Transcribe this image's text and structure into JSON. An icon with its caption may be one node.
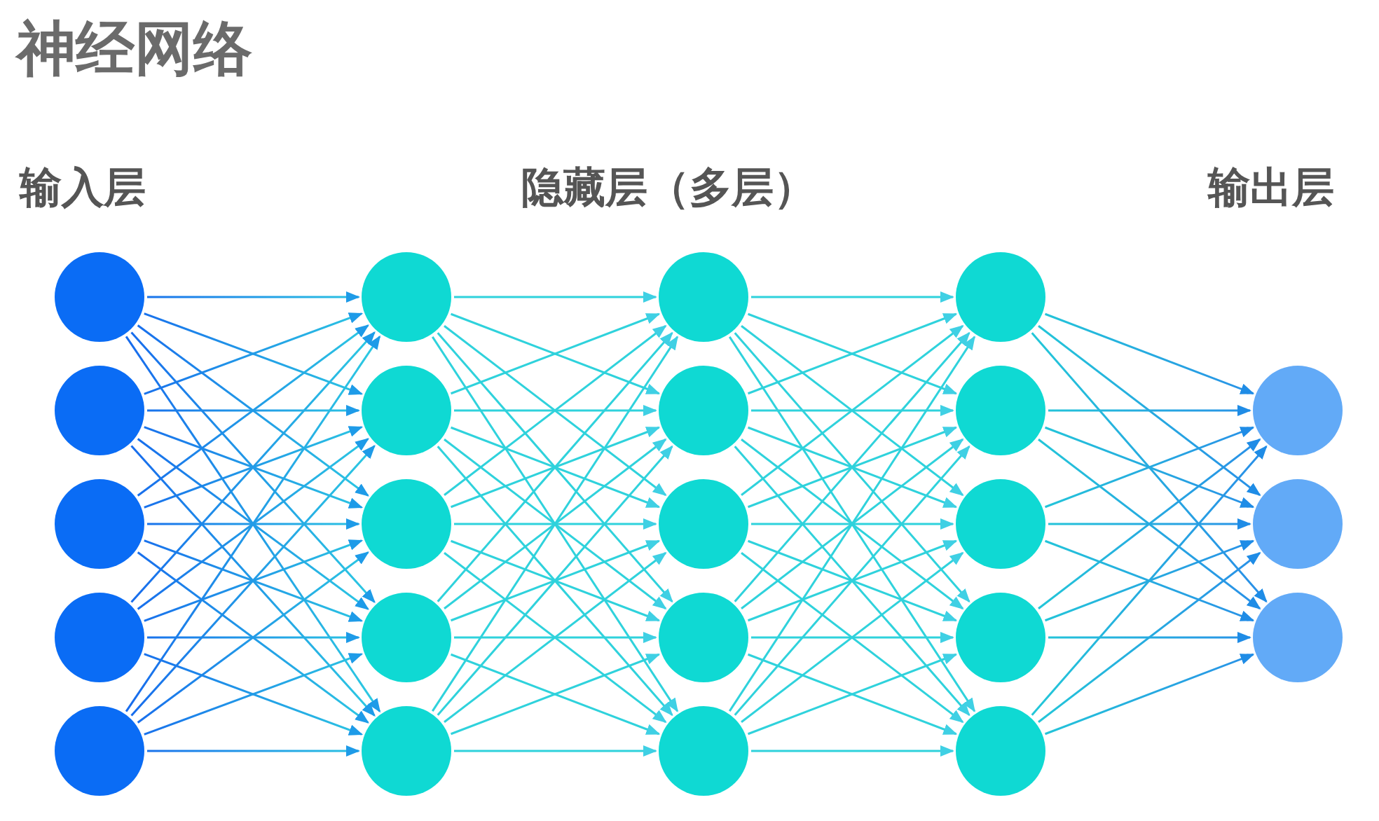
{
  "diagram": {
    "title": "神经网络",
    "nodes": [
      {
        "text": [],
        "shape": "circle"
      },
      {
        "text": [],
        "shape": "circle"
      },
      {
        "text": [],
        "shape": "circle"
      },
      {
        "text": [],
        "shape": "circle"
      },
      {
        "text": [],
        "shape": "circle"
      },
      {
        "text": [],
        "shape": "circle"
      },
      {
        "text": [],
        "shape": "circle"
      },
      {
        "text": [],
        "shape": "circle"
      },
      {
        "text": [],
        "shape": "circle"
      },
      {
        "text": [],
        "shape": "circle"
      },
      {
        "text": [],
        "shape": "circle"
      },
      {
        "text": [],
        "shape": "circle"
      },
      {
        "text": [],
        "shape": "circle"
      },
      {
        "text": [],
        "shape": "circle"
      },
      {
        "text": [],
        "shape": "circle"
      },
      {
        "text": [],
        "shape": "circle"
      },
      {
        "text": [],
        "shape": "circle"
      },
      {
        "text": [],
        "shape": "circle"
      },
      {
        "text": [],
        "shape": "circle"
      },
      {
        "text": [],
        "shape": "circle"
      },
      {
        "text": [],
        "shape": "circle"
      },
      {
        "text": [],
        "shape": "circle"
      },
      {
        "text": [],
        "shape": "circle"
      }
    ],
    "edges": [
      {
        "from": 0,
        "to": 5,
        "arrow": "to"
      },
      {
        "from": 0,
        "to": 6,
        "arrow": "to"
      },
      {
        "from": 0,
        "to": 7,
        "arrow": "to"
      },
      {
        "from": 0,
        "to": 8,
        "arrow": "to"
      },
      {
        "from": 0,
        "to": 9,
        "arrow": "to"
      },
      {
        "from": 1,
        "to": 5,
        "arrow": "to"
      },
      {
        "from": 1,
        "to": 6,
        "arrow": "to"
      },
      {
        "from": 1,
        "to": 7,
        "arrow": "to"
      },
      {
        "from": 1,
        "to": 8,
        "arrow": "to"
      },
      {
        "from": 1,
        "to": 9,
        "arrow": "to"
      },
      {
        "from": 2,
        "to": 5,
        "arrow": "to"
      },
      {
        "from": 2,
        "to": 6,
        "arrow": "to"
      },
      {
        "from": 2,
        "to": 7,
        "arrow": "to"
      },
      {
        "from": 2,
        "to": 8,
        "arrow": "to"
      },
      {
        "from": 2,
        "to": 9,
        "arrow": "to"
      },
      {
        "from": 3,
        "to": 5,
        "arrow": "to"
      },
      {
        "from": 3,
        "to": 6,
        "arrow": "to"
      },
      {
        "from": 3,
        "to": 7,
        "arrow": "to"
      },
      {
        "from": 3,
        "to": 8,
        "arrow": "to"
      },
      {
        "from": 3,
        "to": 9,
        "arrow": "to"
      },
      {
        "from": 4,
        "to": 5,
        "arrow": "to"
      },
      {
        "from": 4,
        "to": 6,
        "arrow": "to"
      },
      {
        "from": 4,
        "to": 7,
        "arrow": "to"
      },
      {
        "from": 4,
        "to": 8,
        "arrow": "to"
      },
      {
        "from": 4,
        "to": 9,
        "arrow": "to"
      },
      {
        "from": 5,
        "to": 10,
        "arrow": "to"
      },
      {
        "from": 5,
        "to": 11,
        "arrow": "to"
      },
      {
        "from": 5,
        "to": 12,
        "arrow": "to"
      },
      {
        "from": 5,
        "to": 13,
        "arrow": "to"
      },
      {
        "from": 5,
        "to": 14,
        "arrow": "to"
      },
      {
        "from": 6,
        "to": 10,
        "arrow": "to"
      },
      {
        "from": 6,
        "to": 11,
        "arrow": "to"
      },
      {
        "from": 6,
        "to": 12,
        "arrow": "to"
      },
      {
        "from": 6,
        "to": 13,
        "arrow": "to"
      },
      {
        "from": 6,
        "to": 14,
        "arrow": "to"
      },
      {
        "from": 7,
        "to": 10,
        "arrow": "to"
      },
      {
        "from": 7,
        "to": 11,
        "arrow": "to"
      },
      {
        "from": 7,
        "to": 12,
        "arrow": "to"
      },
      {
        "from": 7,
        "to": 13,
        "arrow": "to"
      },
      {
        "from": 7,
        "to": 14,
        "arrow": "to"
      },
      {
        "from": 8,
        "to": 10,
        "arrow": "to"
      },
      {
        "from": 8,
        "to": 11,
        "arrow": "to"
      },
      {
        "from": 8,
        "to": 12,
        "arrow": "to"
      },
      {
        "from": 8,
        "to": 13,
        "arrow": "to"
      },
      {
        "from": 8,
        "to": 14,
        "arrow": "to"
      },
      {
        "from": 9,
        "to": 10,
        "arrow": "to"
      },
      {
        "from": 9,
        "to": 11,
        "arrow": "to"
      },
      {
        "from": 9,
        "to": 12,
        "arrow": "to"
      },
      {
        "from": 9,
        "to": 13,
        "arrow": "to"
      },
      {
        "from": 9,
        "to": 14,
        "arrow": "to"
      },
      {
        "from": 10,
        "to": 15,
        "arrow": "to"
      },
      {
        "from": 10,
        "to": 16,
        "arrow": "to"
      },
      {
        "from": 10,
        "to": 17,
        "arrow": "to"
      },
      {
        "from": 10,
        "to": 18,
        "arrow": "to"
      },
      {
        "from": 10,
        "to": 19,
        "arrow": "to"
      },
      {
        "from": 11,
        "to": 15,
        "arrow": "to"
      },
      {
        "from": 11,
        "to": 16,
        "arrow": "to"
      },
      {
        "from": 11,
        "to": 17,
        "arrow": "to"
      },
      {
        "from": 11,
        "to": 18,
        "arrow": "to"
      },
      {
        "from": 11,
        "to": 19,
        "arrow": "to"
      },
      {
        "from": 12,
        "to": 15,
        "arrow": "to"
      },
      {
        "from": 12,
        "to": 16,
        "arrow": "to"
      },
      {
        "from": 12,
        "to": 17,
        "arrow": "to"
      },
      {
        "from": 12,
        "to": 18,
        "arrow": "to"
      },
      {
        "from": 12,
        "to": 19,
        "arrow": "to"
      },
      {
        "from": 13,
        "to": 15,
        "arrow": "to"
      },
      {
        "from": 13,
        "to": 16,
        "arrow": "to"
      },
      {
        "from": 13,
        "to": 17,
        "arrow": "to"
      },
      {
        "from": 13,
        "to": 18,
        "arrow": "to"
      },
      {
        "from": 13,
        "to": 19,
        "arrow": "to"
      },
      {
        "from": 14,
        "to": 15,
        "arrow": "to"
      },
      {
        "from": 14,
        "to": 16,
        "arrow": "to"
      },
      {
        "from": 14,
        "to": 17,
        "arrow": "to"
      },
      {
        "from": 14,
        "to": 18,
        "arrow": "to"
      },
      {
        "from": 14,
        "to": 19,
        "arrow": "to"
      },
      {
        "from": 15,
        "to": 20,
        "arrow": "to"
      },
      {
        "from": 15,
        "to": 21,
        "arrow": "to"
      },
      {
        "from": 15,
        "to": 22,
        "arrow": "to"
      },
      {
        "from": 16,
        "to": 20,
        "arrow": "to"
      },
      {
        "from": 16,
        "to": 21,
        "arrow": "to"
      },
      {
        "from": 16,
        "to": 22,
        "arrow": "to"
      },
      {
        "from": 17,
        "to": 20,
        "arrow": "to"
      },
      {
        "from": 17,
        "to": 21,
        "arrow": "to"
      },
      {
        "from": 17,
        "to": 22,
        "arrow": "to"
      },
      {
        "from": 18,
        "to": 20,
        "arrow": "to"
      },
      {
        "from": 18,
        "to": 21,
        "arrow": "to"
      },
      {
        "from": 18,
        "to": 22,
        "arrow": "to"
      },
      {
        "from": 19,
        "to": 20,
        "arrow": "to"
      },
      {
        "from": 19,
        "to": 21,
        "arrow": "to"
      },
      {
        "from": 19,
        "to": 22,
        "arrow": "to"
      }
    ],
    "labels": [
      "输入层",
      "隐藏层（多层）",
      "输出层"
    ]
  }
}
